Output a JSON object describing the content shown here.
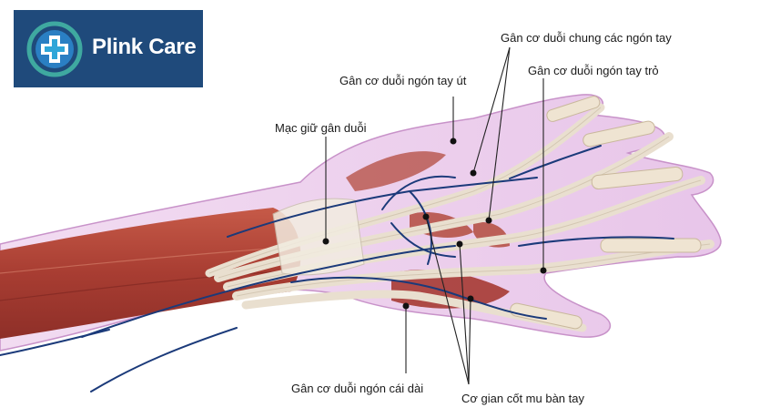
{
  "brand": {
    "name": "Plink Care",
    "logo_icon": "medical-cross-icon",
    "background_color": "#1f4a7b"
  },
  "labels": {
    "extensor_digitorum": "Gân cơ duỗi chung các ngón tay",
    "extensor_indicis": "Gân cơ duỗi ngón tay trỏ",
    "extensor_digiti_minimi": "Gân cơ duỗi ngón tay út",
    "extensor_retinaculum": "Mạc giữ gân duỗi",
    "extensor_pollicis_longus": "Gân cơ duỗi ngón cái dài",
    "dorsal_interossei": "Cơ gian cốt mu bàn tay"
  },
  "colors": {
    "muscle": "#b5473a",
    "tendon": "#e6dccb",
    "vein": "#1b3a7a",
    "skin_overlay": "#d9a9d6"
  }
}
